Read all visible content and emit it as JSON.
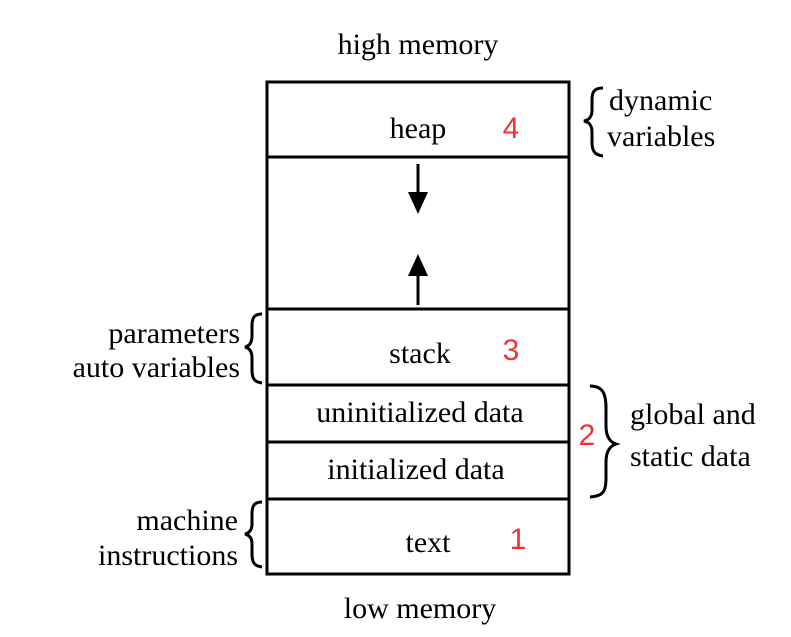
{
  "top_label": "high memory",
  "bottom_label": "low memory",
  "segments": {
    "heap": "heap",
    "stack": "stack",
    "bss": "uninitialized data",
    "data": "initialized data",
    "text": "text"
  },
  "numbers": {
    "heap": "4",
    "stack": "3",
    "data": "2",
    "text": "1"
  },
  "annotations": {
    "dynamic": [
      "dynamic",
      "variables"
    ],
    "stack": [
      "parameters",
      "auto variables"
    ],
    "global": [
      "global and",
      "static data"
    ],
    "machine": [
      "machine",
      "instructions"
    ]
  },
  "colors": {
    "number": "#ee3333",
    "line": "#000000"
  }
}
